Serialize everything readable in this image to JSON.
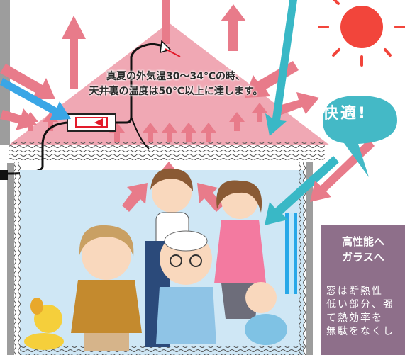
{
  "diagram": {
    "attic_callout": {
      "line1": "真夏の外気温30〜34℃の時、",
      "line2": "天井裏の温度は50℃以上に達します。"
    },
    "comfort_bubble": {
      "label": "快適!"
    },
    "side_panel": {
      "heading_line1": "高性能へ",
      "heading_line2": "ガラスへ",
      "body_line1": "窓は断熱性",
      "body_line2": "低い部分、强",
      "body_line3": "て熱効率を",
      "body_line4": "無駄をなくし"
    },
    "colors": {
      "roof": "#f0a8b4",
      "heat_arrow": "#e87b8a",
      "sun": "#f2453b",
      "sky_interior": "#cfe7f5",
      "wall": "#9d9d9d",
      "cyan_arrow": "#39b8c6",
      "blue_arrow": "#3aa6e6",
      "window_glass": "#27a8e8",
      "comfort_bubble": "#44b9c6",
      "panel": "#8e6f8a"
    }
  }
}
